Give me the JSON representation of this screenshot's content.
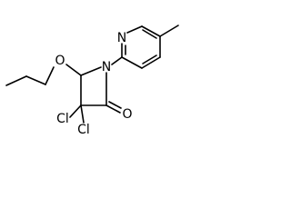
{
  "molecule": {
    "atoms": {
      "ethoxy_oxygen": "O",
      "ring_nitrogen": "N",
      "pyridine_nitrogen": "N",
      "chlorine_1": "Cl",
      "chlorine_2": "Cl",
      "carbonyl_oxygen": "O"
    },
    "colors": {
      "bond": "#000000",
      "label": "#000000",
      "background": "#ffffff"
    }
  }
}
